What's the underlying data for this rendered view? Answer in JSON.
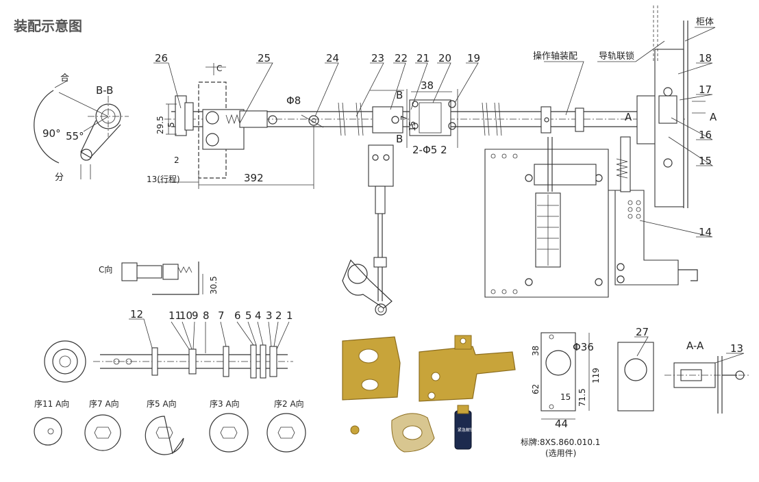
{
  "title": "装配示意图",
  "views": {
    "bb_label": "B-B",
    "angle_close": "合",
    "angle_open": "分",
    "angle_90": "90°",
    "angle_55": "55°",
    "c_label": "C",
    "c_view": "C向",
    "b_mark": "B",
    "a_mark": "A",
    "aa_label": "A-A"
  },
  "dimensions": {
    "d29_5": "29.5",
    "d5": "5",
    "d2": "2",
    "d13": "13(行程)",
    "d392": "392",
    "phi8": "Φ8",
    "d38": "38",
    "d7": "7",
    "d15": "15",
    "d2_phi5_2": "2-Φ5 2",
    "d30_5": "30.5",
    "phi36": "Φ36",
    "d38b": "38",
    "d62": "62",
    "d71_5": "71.5",
    "d119": "119",
    "d15b": "15",
    "d44": "44"
  },
  "callouts": {
    "n26": "26",
    "n25": "25",
    "n24": "24",
    "n23": "23",
    "n22": "22",
    "n21": "21",
    "n20": "20",
    "n19": "19",
    "n18": "18",
    "n17": "17",
    "n16": "16",
    "n15": "15",
    "n14": "14",
    "n13": "13",
    "n27": "27",
    "n12": "12",
    "n11": "11",
    "n10": "10",
    "n9": "9",
    "n8": "8",
    "n7": "7",
    "n6": "6",
    "n5": "5",
    "n4": "4",
    "n3": "3",
    "n2": "2",
    "n1": "1"
  },
  "labels": {
    "shaft_assembly": "操作轴装配",
    "rail_interlock": "导轨联锁",
    "cabinet": "柜体",
    "seq11": "序11 A向",
    "seq7": "序7 A向",
    "seq5": "序5 A向",
    "seq3": "序3 A向",
    "seq2": "序2 A向",
    "nameplate": "标牌:8XS.860.010.1",
    "optional": "(选用件)",
    "key_text": "紧急解锁"
  },
  "colors": {
    "line": "#333333",
    "brass": "#c8a43a",
    "brass_dark": "#8a6b1c",
    "cam": "#d8c690",
    "key_body": "#1c2a4e"
  }
}
